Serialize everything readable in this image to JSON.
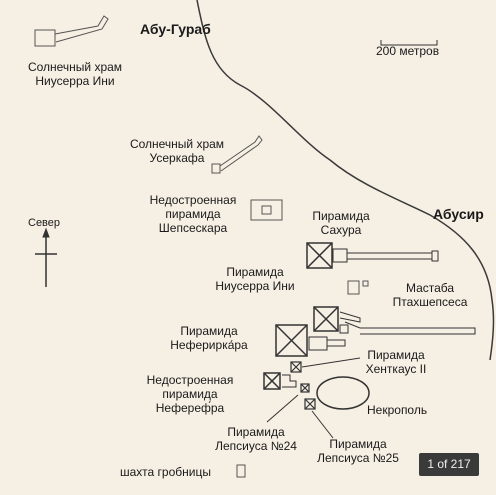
{
  "places": {
    "abu_gurab": "Абу-Гураб",
    "abusir": "Абусир"
  },
  "scale": {
    "label": "200 метров"
  },
  "north": {
    "label": "Север"
  },
  "labels": {
    "niuserre_sun_temple": "Солнечный храм\nНиусерра Ини",
    "userkaf_sun_temple": "Солнечный храм\nУсеркафа",
    "shepseskare_pyramid": "Недостроенная\nпирамида\nШепсескара",
    "sahure_pyramid": "Пирамида\nСахура",
    "niuserre_pyramid": "Пирамида\nНиусерра Ини",
    "ptahshepses_mastaba": "Мастаба\nПтахшепсеса",
    "neferirkare_pyramid": "Пирамида\nНеферирка́ра",
    "khentkaus_pyramid": "Пирамида\nХенткаус II",
    "neferefre_pyramid": "Недостроенная\nпирамида\nНефереф́ра",
    "necropolis": "Некрополь",
    "lepsius24": "Пирамида\nЛепсиуса №24",
    "lepsius25": "Пирамида\nЛепсиуса №25",
    "shaft_legend": "шахта гробницы"
  },
  "pager": {
    "text": "1 of 217"
  },
  "colors": {
    "background": "#f6efe4",
    "ink": "#2a2a2a",
    "pager_bg": "#3a3a3a"
  }
}
